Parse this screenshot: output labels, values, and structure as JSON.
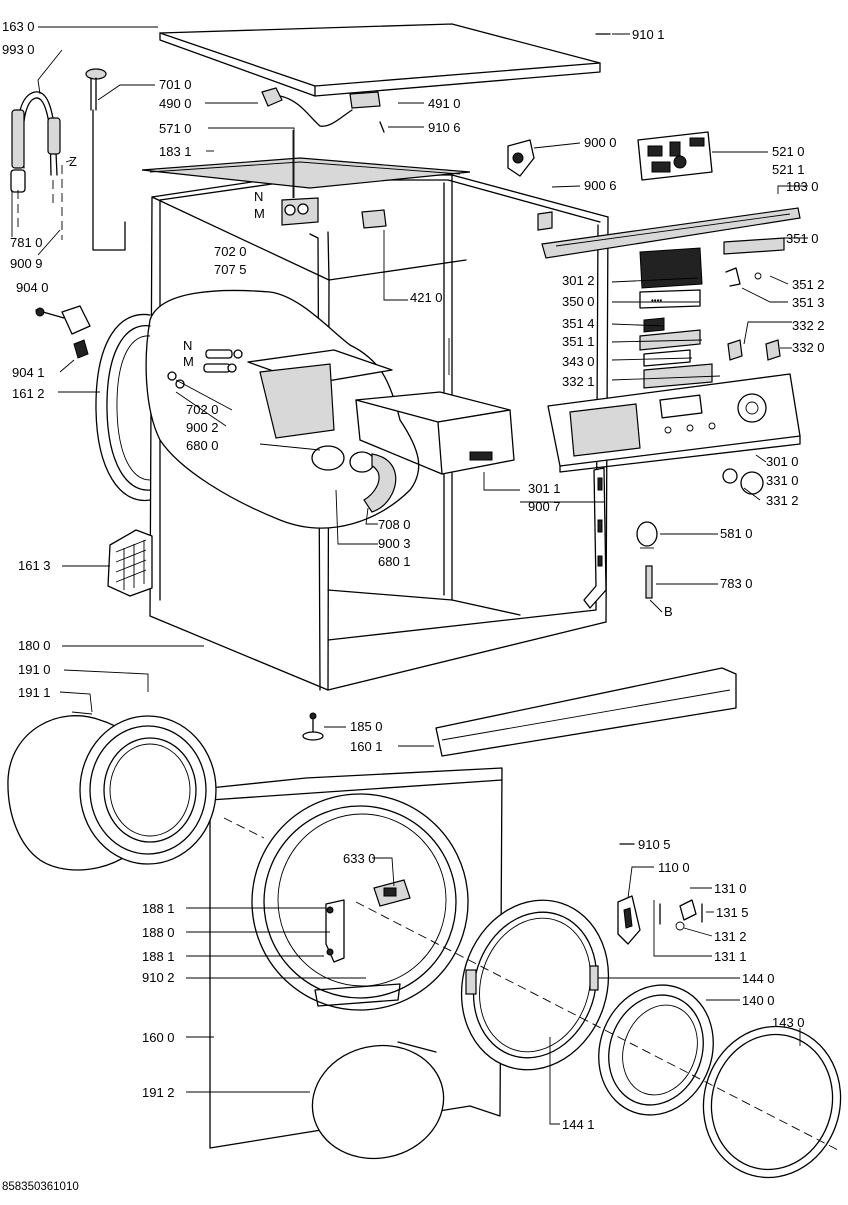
{
  "labels": {
    "l1630": "163 0",
    "l9930": "993 0",
    "l9101": "910 1",
    "l7010": "701 0",
    "l4900": "490 0",
    "l4910": "491 0",
    "l5710": "571 0",
    "l9106": "910 6",
    "l1831": "183 1",
    "l9000": "900 0",
    "l5210": "521 0",
    "l5211": "521 1",
    "lZ": "Z",
    "l9006": "900 6",
    "l1830": "183 0",
    "lN1": "N",
    "lM1": "M",
    "l7810": "781 0",
    "l9009": "900 9",
    "l7020a": "702 0",
    "l7075": "707 5",
    "l3510": "351 0",
    "l3012": "301 2",
    "l3512": "351 2",
    "l9040": "904 0",
    "l4210": "421 0",
    "l3500": "350 0",
    "l3513": "351 3",
    "l3514": "351 4",
    "l3322": "332 2",
    "lN2": "N",
    "lM2": "M",
    "l3511": "351 1",
    "l3320": "332 0",
    "l9041": "904 1",
    "l3430": "343 0",
    "l1612": "161 2",
    "l3321": "332 1",
    "l7020b": "702 0",
    "l9002": "900 2",
    "l6800": "680 0",
    "l3010": "301 0",
    "l3310": "331 0",
    "l3011": "301 1",
    "l3312": "331 2",
    "l9007": "900 7",
    "l7080": "708 0",
    "l5810": "581 0",
    "l9003": "900 3",
    "l6801": "680 1",
    "l1613": "161 3",
    "l7830": "783 0",
    "lB": "B",
    "l1800": "180 0",
    "l1910": "191 0",
    "l1911": "191 1",
    "l1850": "185 0",
    "l1601": "160 1",
    "l9105": "910 5",
    "l6330": "633 0",
    "l1100": "110 0",
    "l1881a": "188 1",
    "l1310": "131 0",
    "l1315": "131 5",
    "l1880": "188 0",
    "l1312": "131 2",
    "l1881b": "188 1",
    "l1311": "131 1",
    "l9102": "910 2",
    "l1440": "144 0",
    "l1400": "140 0",
    "l1430": "143 0",
    "l1600": "160 0",
    "l1912": "191 2",
    "l1441": "144 1"
  },
  "document_number": "858350361010",
  "panel_display_text": "••••"
}
